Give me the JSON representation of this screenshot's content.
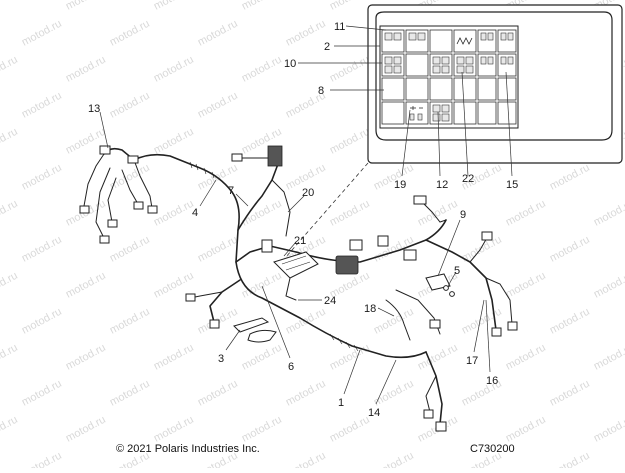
{
  "diagram": {
    "watermark_text": "motod.ru",
    "callouts": [
      {
        "id": "c1",
        "label": "1"
      },
      {
        "id": "c2",
        "label": "2"
      },
      {
        "id": "c3",
        "label": "3"
      },
      {
        "id": "c4",
        "label": "4"
      },
      {
        "id": "c5",
        "label": "5"
      },
      {
        "id": "c6",
        "label": "6"
      },
      {
        "id": "c7",
        "label": "7"
      },
      {
        "id": "c8",
        "label": "8"
      },
      {
        "id": "c9",
        "label": "9"
      },
      {
        "id": "c10",
        "label": "10"
      },
      {
        "id": "c11",
        "label": "11"
      },
      {
        "id": "c12",
        "label": "12"
      },
      {
        "id": "c13",
        "label": "13"
      },
      {
        "id": "c14",
        "label": "14"
      },
      {
        "id": "c15",
        "label": "15"
      },
      {
        "id": "c16",
        "label": "16"
      },
      {
        "id": "c17",
        "label": "17"
      },
      {
        "id": "c18",
        "label": "18"
      },
      {
        "id": "c19",
        "label": "19"
      },
      {
        "id": "c20",
        "label": "20"
      },
      {
        "id": "c21",
        "label": "21"
      },
      {
        "id": "c22",
        "label": "22"
      },
      {
        "id": "c24",
        "label": "24"
      }
    ],
    "copyright": "© 2021 Polaris Industries Inc.",
    "drawing_code": "C730200"
  }
}
